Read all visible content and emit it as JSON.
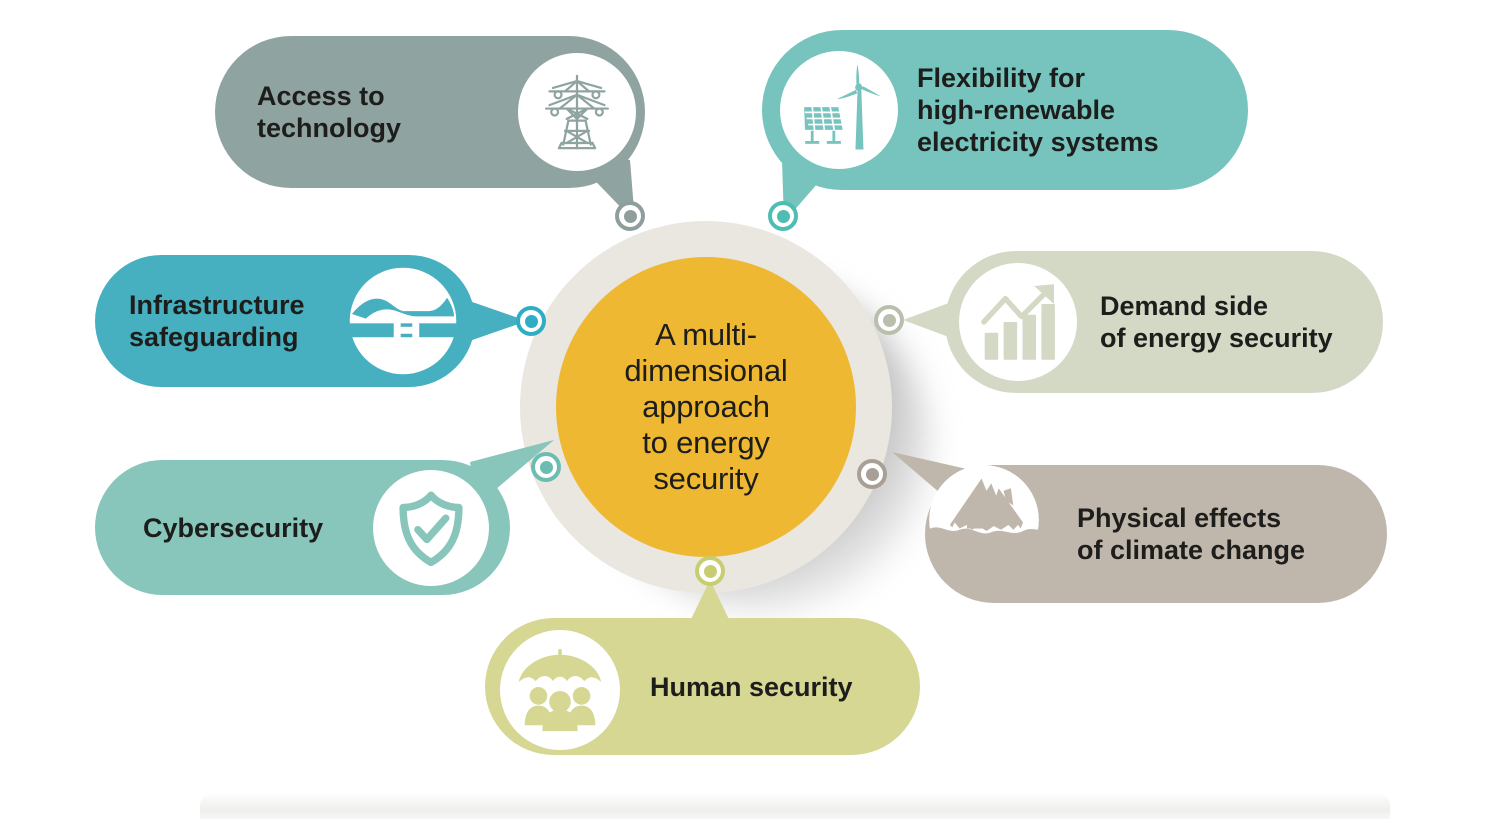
{
  "diagram": {
    "center": {
      "label": "A multi-\ndimensional\napproach\nto energy\nsecurity",
      "fill_color": "#eeb833",
      "ring_color": "#e9e7e0"
    },
    "nodes": [
      {
        "id": "access-to-technology",
        "label": "Access to\ntechnology",
        "icon": "transmission-tower-icon",
        "color": "#8fa3a1",
        "position": "top-left"
      },
      {
        "id": "flexibility-renewables",
        "label": "Flexibility for\nhigh-renewable\nelectricity systems",
        "icon": "solar-panel-wind-turbine-icon",
        "color": "#76c4bd",
        "position": "top-right"
      },
      {
        "id": "infrastructure-safeguarding",
        "label": "Infrastructure\nsafeguarding",
        "icon": "hand-protecting-pipeline-icon",
        "color": "#47b0c0",
        "position": "left-upper"
      },
      {
        "id": "demand-side",
        "label": "Demand side\nof energy security",
        "icon": "growth-bar-chart-arrow-icon",
        "color": "#d3d9c5",
        "position": "right-upper"
      },
      {
        "id": "cybersecurity",
        "label": "Cybersecurity",
        "icon": "shield-check-icon",
        "color": "#88c6bc",
        "position": "left-lower"
      },
      {
        "id": "physical-effects-climate",
        "label": "Physical effects\nof climate change",
        "icon": "flooded-house-icon",
        "color": "#bfb7ab",
        "position": "right-lower"
      },
      {
        "id": "human-security",
        "label": "Human security",
        "icon": "umbrella-over-people-icon",
        "color": "#d5d792",
        "position": "bottom"
      }
    ]
  }
}
